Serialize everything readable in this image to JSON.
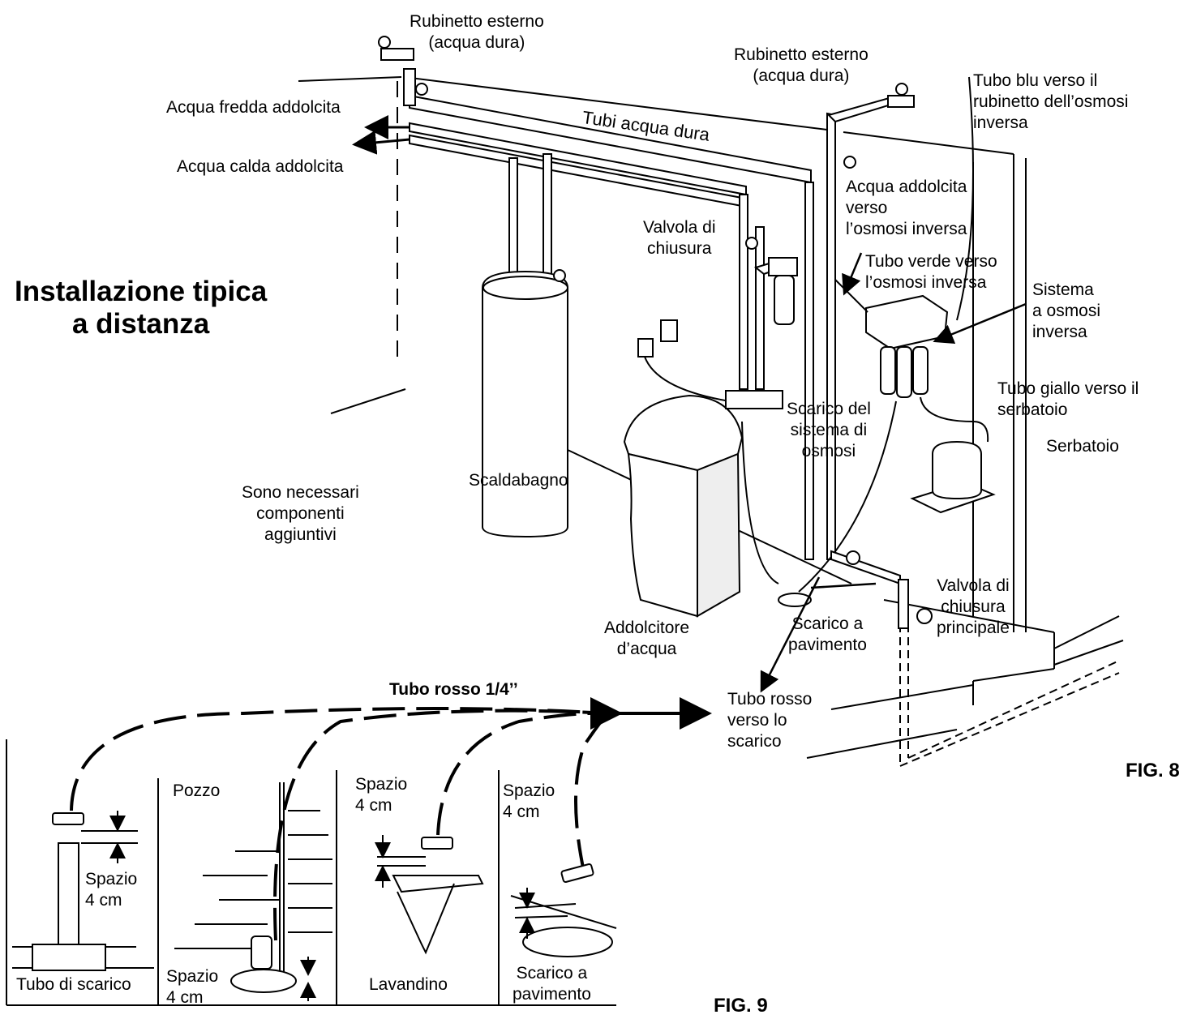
{
  "fig8": {
    "title": [
      "Installazione tipica",
      "a distanza"
    ],
    "label": "FIG. 8",
    "hose_faucet_1": [
      "Rubinetto esterno",
      "(acqua dura)"
    ],
    "hose_faucet_2": [
      "Rubinetto esterno",
      "(acqua dura)"
    ],
    "blue_tube": [
      "Tubo blu verso il",
      "rubinetto dell’osmosi",
      "inversa"
    ],
    "soft_cold": "Acqua fredda addolcita",
    "soft_hot": "Acqua calda addolcita",
    "hard_pipes": "Tubi acqua dura",
    "soft_to_ro": [
      "Acqua addolcita",
      "verso",
      "l’osmosi inversa"
    ],
    "shutoff_valve": [
      "Valvola di",
      "chiusura"
    ],
    "green_tube": [
      "Tubo verde verso",
      "l’osmosi inversa"
    ],
    "ro_system": [
      "Sistema",
      "a osmosi",
      "inversa"
    ],
    "yellow_tube": [
      "Tubo giallo verso il",
      "serbatoio"
    ],
    "tank": "Serbatoio",
    "ro_drain": [
      "Scarico del",
      "sistema di",
      "osmosi"
    ],
    "water_heater": "Scaldabagno",
    "extra_parts": [
      "Sono necessari",
      "componenti",
      "aggiuntivi"
    ],
    "softener": [
      "Addolcitore",
      "d’acqua"
    ],
    "floor_drain": [
      "Scarico a",
      "pavimento"
    ],
    "main_shutoff": [
      "Valvola di",
      "chiusura",
      "principale"
    ],
    "red_tube_drain": [
      "Tubo rosso",
      "verso lo",
      "scarico"
    ]
  },
  "fig9": {
    "label": "FIG. 9",
    "red_tube": "Tubo rosso 1/4’’",
    "panels": [
      {
        "name": "Tubo di scarico",
        "gap": [
          "Spazio",
          "4 cm"
        ]
      },
      {
        "name": "Pozzo",
        "gap": [
          "Spazio",
          "4 cm"
        ]
      },
      {
        "name": "Lavandino",
        "gap": [
          "Spazio",
          "4 cm"
        ]
      },
      {
        "name": "Scarico a pavimento",
        "name_lines": [
          "Scarico a",
          "pavimento"
        ],
        "gap": [
          "Spazio",
          "4 cm"
        ]
      }
    ]
  }
}
